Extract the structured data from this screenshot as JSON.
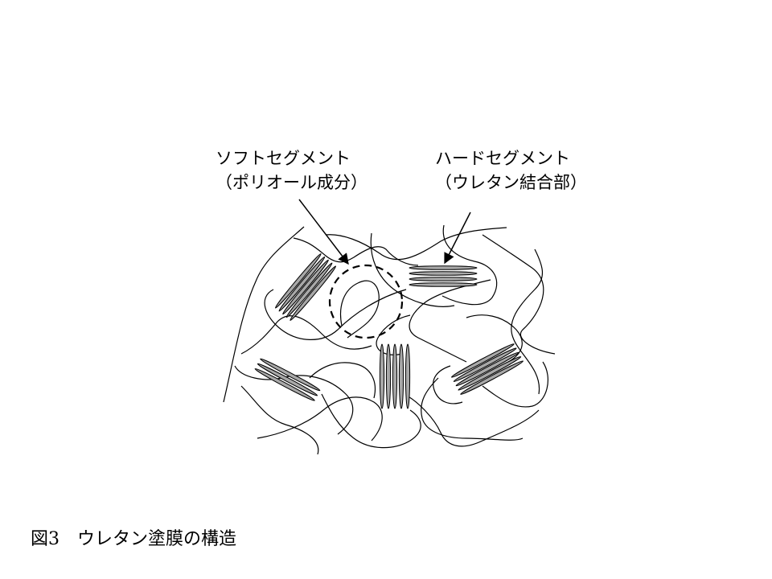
{
  "labels": {
    "soft_segment": {
      "line1": "ソフトセグメント",
      "line2": "（ポリオール成分）"
    },
    "hard_segment": {
      "line1": "ハードセグメント",
      "line2": "（ウレタン結合部）"
    }
  },
  "caption": "図3　ウレタン塗膜の構造",
  "colors": {
    "line": "#000000",
    "hard_segment_fill": "#a8a8a8",
    "background": "#ffffff"
  }
}
